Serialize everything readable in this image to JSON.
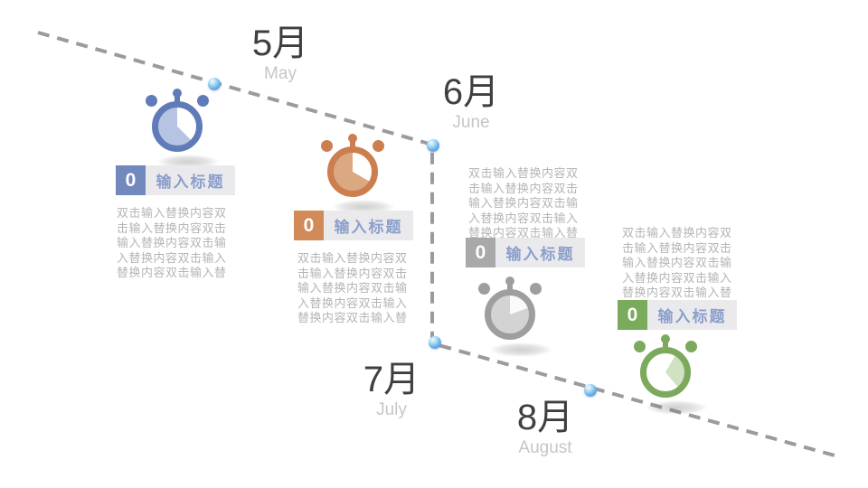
{
  "slide": {
    "line_color": "#9b9b9b",
    "title_bar_color": "#eaeaed",
    "title_text_color": "#8c9fcb",
    "body_text_color": "#b5b5b5",
    "months": [
      {
        "zh": "5月",
        "en": "May"
      },
      {
        "zh": "6月",
        "en": "June"
      },
      {
        "zh": "7月",
        "en": "July"
      },
      {
        "zh": "8月",
        "en": "August"
      }
    ],
    "groups": [
      {
        "number": "0",
        "title": "输入标题",
        "body_lines": [
          "双击输入替换内容双",
          "击输入替换内容双击",
          "输入替换内容双击输",
          "入替换内容双击输入",
          "替换内容双击输入替"
        ],
        "square_color": "#7289be",
        "ring_color": "#5f7cb8",
        "face_color": "#b6c3e2",
        "wedge_color": "#ffffff",
        "wedge_from": 0,
        "wedge_to": 135,
        "icon": "stopwatch-icon"
      },
      {
        "number": "0",
        "title": "输入标题",
        "body_lines": [
          "双击输入替换内容双",
          "击输入替换内容双击",
          "输入替换内容双击输",
          "入替换内容双击输入",
          "替换内容双击输入替"
        ],
        "square_color": "#d08b58",
        "ring_color": "#cc7e4e",
        "face_color": "#dba981",
        "wedge_color": "#ffffff",
        "wedge_from": 0,
        "wedge_to": 120,
        "icon": "stopwatch-icon"
      },
      {
        "number": "0",
        "title": "输入标题",
        "body_lines": [
          "双击输入替换内容双",
          "击输入替换内容双击",
          "输入替换内容双击输",
          "入替换内容双击输入",
          "替换内容双击输入替"
        ],
        "square_color": "#a9a9a9",
        "ring_color": "#9e9e9e",
        "face_color": "#d3d3d3",
        "wedge_color": "#fafafa",
        "wedge_from": 0,
        "wedge_to": 70,
        "icon": "stopwatch-icon"
      },
      {
        "number": "0",
        "title": "输入标题",
        "body_lines": [
          "双击输入替换内容双",
          "击输入替换内容双击",
          "输入替换内容双击输",
          "入替换内容双击输入",
          "替换内容双击输入替"
        ],
        "square_color": "#7aaa5c",
        "ring_color": "#7ca95c",
        "face_color": "#ffffff",
        "wedge_color": "#d0e2c2",
        "wedge_from": 30,
        "wedge_to": 140,
        "icon": "stopwatch-icon"
      }
    ]
  }
}
